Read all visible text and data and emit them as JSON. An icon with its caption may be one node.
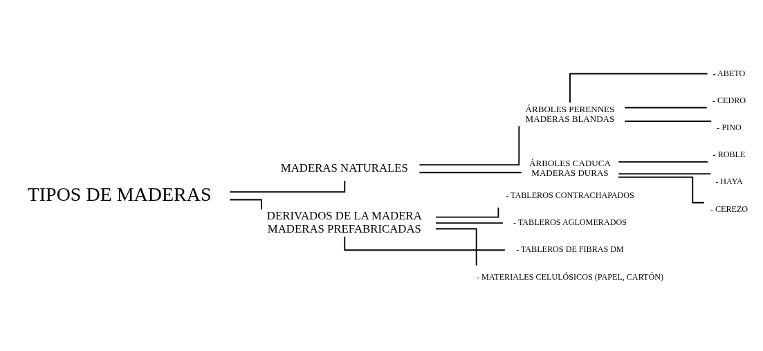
{
  "diagram": {
    "nodes": [
      {
        "text": [
          "TIPOS DE MADERAS"
        ]
      },
      {
        "text": [
          "MADERAS NATURALES"
        ]
      },
      {
        "text": [
          "DERIVADOS DE LA MADERA",
          "MADERAS PREFABRICADAS"
        ]
      },
      {
        "text": [
          "ÁRBOLES PERENNES",
          "MADERAS BLANDAS"
        ]
      },
      {
        "text": [
          "ÁRBOLES CADUCA",
          "MADERAS DURAS"
        ]
      },
      {
        "text": [
          "- ABETO"
        ]
      },
      {
        "text": [
          "- CEDRO"
        ]
      },
      {
        "text": [
          "- PINO"
        ]
      },
      {
        "text": [
          "- ROBLE"
        ]
      },
      {
        "text": [
          "- HAYA"
        ]
      },
      {
        "text": [
          "- CEREZO"
        ]
      },
      {
        "text": [
          "- TABLEROS CONTRACHAPADOS"
        ]
      },
      {
        "text": [
          "- TABLEROS AGLOMERADOS"
        ]
      },
      {
        "text": [
          "- TABLEROS DE FIBRAS DM"
        ]
      },
      {
        "text": [
          "- MATERIALES CELULÓSICOS (PAPEL, CARTÓN)"
        ]
      }
    ],
    "edges": [
      {
        "from": 0,
        "to": 1,
        "arrow": "none"
      },
      {
        "from": 0,
        "to": 2,
        "arrow": "none"
      },
      {
        "from": 1,
        "to": 3,
        "arrow": "none"
      },
      {
        "from": 1,
        "to": 4,
        "arrow": "none"
      },
      {
        "from": 3,
        "to": 5,
        "arrow": "none"
      },
      {
        "from": 3,
        "to": 6,
        "arrow": "none"
      },
      {
        "from": 3,
        "to": 7,
        "arrow": "none"
      },
      {
        "from": 4,
        "to": 8,
        "arrow": "none"
      },
      {
        "from": 4,
        "to": 9,
        "arrow": "none"
      },
      {
        "from": 4,
        "to": 10,
        "arrow": "none"
      },
      {
        "from": 2,
        "to": 11,
        "arrow": "none"
      },
      {
        "from": 2,
        "to": 12,
        "arrow": "none"
      },
      {
        "from": 2,
        "to": 13,
        "arrow": "none"
      },
      {
        "from": 2,
        "to": 14,
        "arrow": "none"
      }
    ]
  }
}
